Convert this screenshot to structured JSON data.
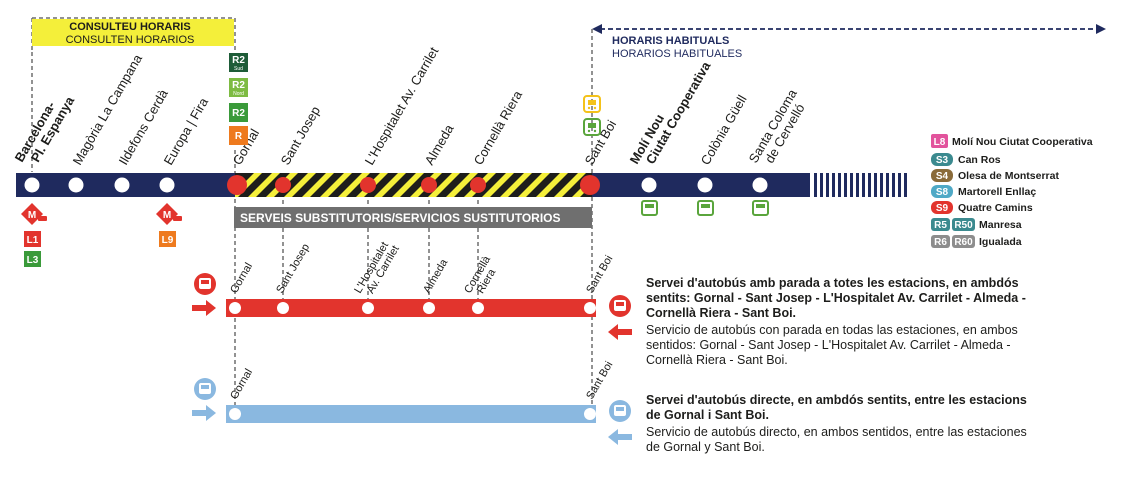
{
  "top_banners": {
    "consult": {
      "line1": "CONSULTEU HORARIS",
      "line2": "CONSULTEN HORARIOS"
    },
    "habitual": {
      "line1": "HORARIS HABITUALS",
      "line2": "HORARIOS HABITUALES"
    }
  },
  "stations": [
    {
      "name_lines": [
        "Barcelona-",
        "Pl. Espanya"
      ],
      "bold": true
    },
    {
      "name_lines": [
        "Magòria La Campana"
      ],
      "bold": false
    },
    {
      "name_lines": [
        "Ildefons Cerdà"
      ],
      "bold": false
    },
    {
      "name_lines": [
        "Europa | Fira"
      ],
      "bold": false
    },
    {
      "name_lines": [
        "Gornal"
      ],
      "bold": false
    },
    {
      "name_lines": [
        "Sant Josep"
      ],
      "bold": false
    },
    {
      "name_lines": [
        "L'Hospitalet Av. Carrilet"
      ],
      "bold": false
    },
    {
      "name_lines": [
        "Almeda"
      ],
      "bold": false
    },
    {
      "name_lines": [
        "Cornellà Riera"
      ],
      "bold": false
    },
    {
      "name_lines": [
        "Sant Boi"
      ],
      "bold": false
    },
    {
      "name_lines": [
        "Molí Nou",
        "Ciutat Cooperativa"
      ],
      "bold": true
    },
    {
      "name_lines": [
        "Colònia Güell"
      ],
      "bold": false
    },
    {
      "name_lines": [
        "Santa Coloma",
        "de Cervelló"
      ],
      "bold": false
    }
  ],
  "renfe_badges": [
    "R2 Sud",
    "R2 Nord",
    "R2",
    "R"
  ],
  "renfe_badge_labels": {
    "r2": "R2",
    "sud": "Sud",
    "nord": "Nord",
    "r": "R"
  },
  "metro_connections": {
    "espanya": [
      "L1",
      "L3"
    ],
    "europa": [
      "L9"
    ]
  },
  "replacement_bar": {
    "label": "SERVEIS SUBSTITUTORIS/SERVICIOS SUSTITUTORIOS"
  },
  "bus_lines": {
    "all_stops": {
      "stops": [
        "Gornal",
        "Sant Josep",
        "L'Hospitalet Av. Carrilet",
        "Almeda",
        "Cornellà Riera",
        "Sant Boi"
      ],
      "stop_lines": [
        [
          "Gornal"
        ],
        [
          "Sant Josep"
        ],
        [
          "L'Hospitalet",
          "Av. Carrilet"
        ],
        [
          "Almeda"
        ],
        [
          "Cornellà",
          "Riera"
        ],
        [
          "Sant Boi"
        ]
      ],
      "note_ca": [
        "Servei d'autobús amb parada a totes les estacions, en ambdós",
        "sentits: Gornal - Sant Josep - L'Hospitalet Av. Carrilet - Almeda -",
        "Cornellà Riera - Sant Boi."
      ],
      "note_es": [
        "Servicio de autobús con parada en todas las estaciones, en ambos",
        "sentidos: Gornal - Sant Josep - L'Hospitalet Av. Carrilet - Almeda -",
        "Cornellà Riera - Sant Boi."
      ]
    },
    "direct": {
      "stops": [
        "Gornal",
        "Sant Boi"
      ],
      "note_ca": [
        "Servei d'autobús directe, en ambdós sentits, entre les estacions",
        "de Gornal i Sant Boi."
      ],
      "note_es": [
        "Servicio de autobús directo, en ambos sentidos, entre las estaciones",
        "de Gornal y Sant Boi."
      ]
    }
  },
  "legend": [
    {
      "badge": "L8",
      "badge2": "",
      "text": "Molí Nou Ciutat Cooperativa",
      "color": "#e2539c"
    },
    {
      "badge": "S3",
      "badge2": "",
      "text": "Can Ros",
      "color": "#3b8a8f"
    },
    {
      "badge": "S4",
      "badge2": "",
      "text": "Olesa de Montserrat",
      "color": "#8a6b3a"
    },
    {
      "badge": "S8",
      "badge2": "",
      "text": "Martorell Enllaç",
      "color": "#4fa9c6"
    },
    {
      "badge": "S9",
      "badge2": "",
      "text": "Quatre Camins",
      "color": "#e2342d"
    },
    {
      "badge": "R5",
      "badge2": "R50",
      "text": "Manresa",
      "color": "#3b8a8f"
    },
    {
      "badge": "R6",
      "badge2": "R60",
      "text": "Igualada",
      "color": "#8d8d8d"
    }
  ],
  "colors": {
    "line": "#1f2a5e",
    "red": "#e2342d",
    "light_blue": "#8ab8e0",
    "yellow": "#f4ef3a",
    "grey": "#6f6f6f",
    "green": "#5aa53c",
    "orange": "#ee7a1e",
    "renfe_green": "#1e5c38",
    "renfe_light": "#7dbb42"
  },
  "icons": {
    "metro": "metro-logo-icon",
    "bus": "bus-icon",
    "tram": "tram-icon",
    "arrow": "arrow-icon"
  }
}
